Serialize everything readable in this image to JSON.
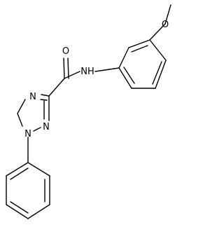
{
  "structure": {
    "atoms": {
      "O_methoxy": "O",
      "O_carbonyl": "O",
      "NH_amide": "NH",
      "N_ring_4": "N",
      "N_ring_2": "N",
      "N_ring_1": "N"
    }
  }
}
